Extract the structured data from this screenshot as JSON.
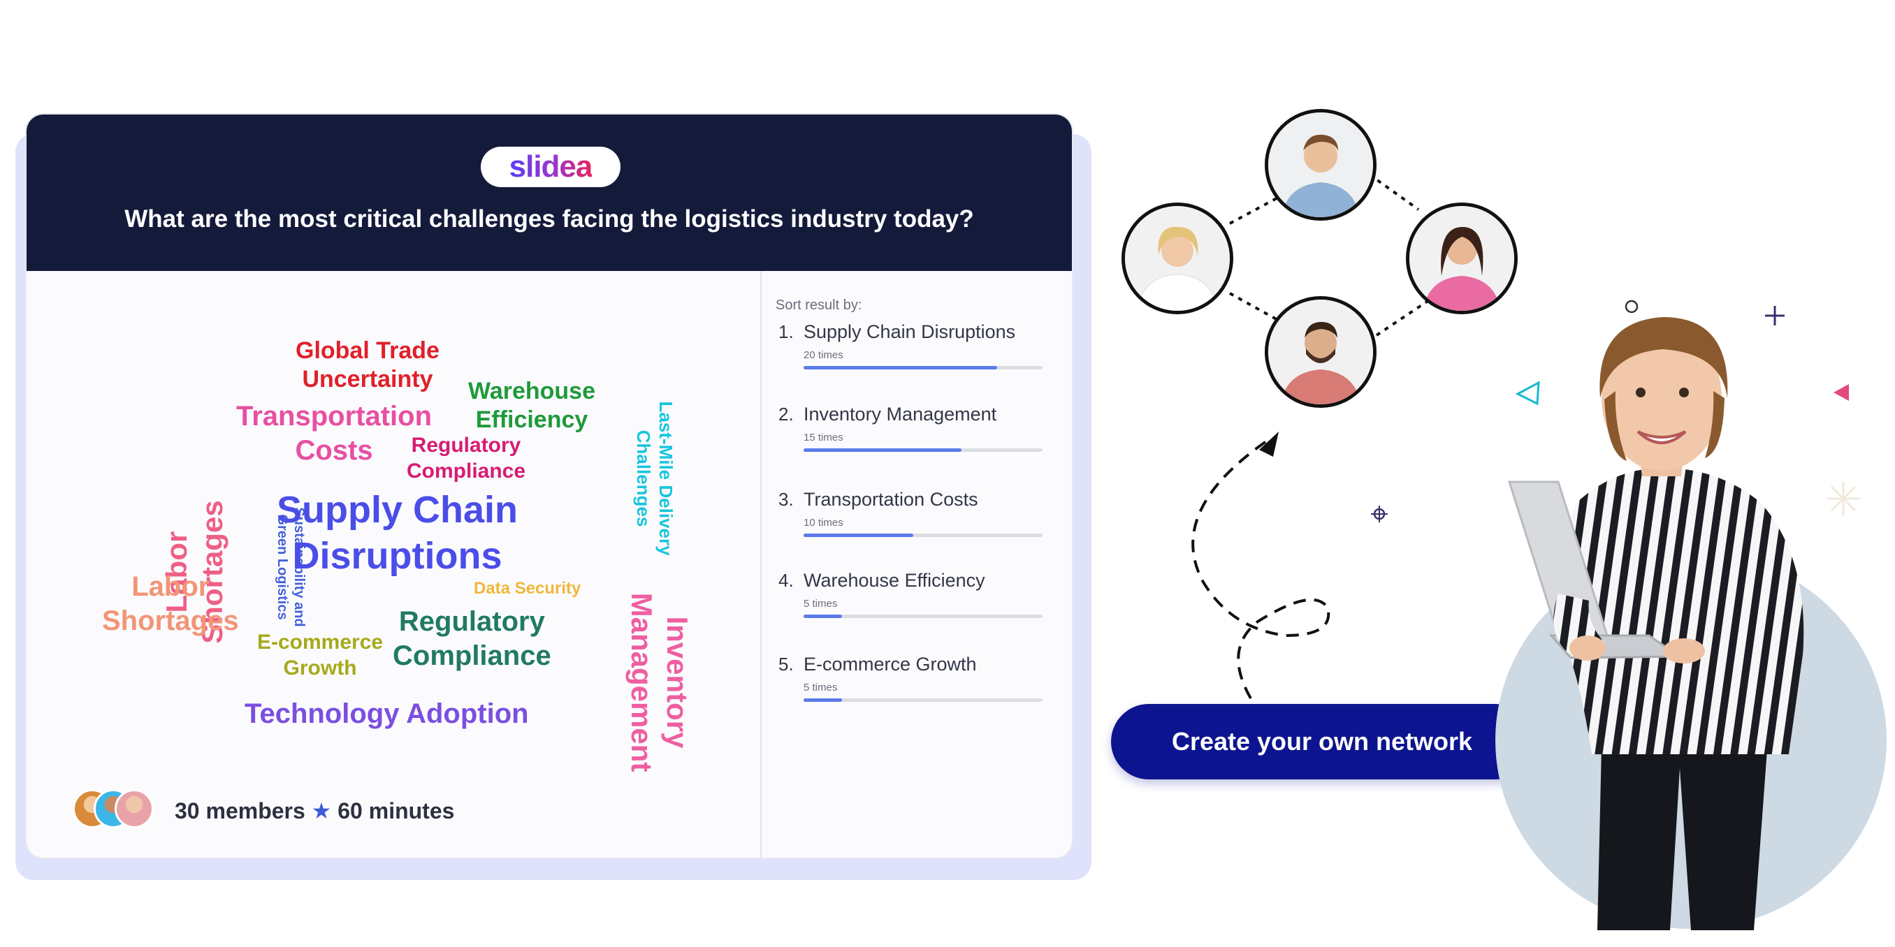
{
  "brand": {
    "logo": "slidea"
  },
  "question": "What are the most critical challenges facing the logistics industry today?",
  "word_cloud": [
    {
      "text": "Global Trade\nUncertainty",
      "color": "#e0202a"
    },
    {
      "text": "Warehouse\nEfficiency",
      "color": "#1f9a3a"
    },
    {
      "text": "Transportation\nCosts",
      "color": "#e84fa2"
    },
    {
      "text": "Regulatory\nCompliance",
      "color": "#d81b72"
    },
    {
      "text": "Labor\nShortages",
      "color": "#ee5f86"
    },
    {
      "text": "Sustainability and\nGreen Logistics",
      "color": "#4461d6"
    },
    {
      "text": "Supply Chain\nDisruptions",
      "color": "#4b4de8"
    },
    {
      "text": "Last-Mile Delivery\nChallenges",
      "color": "#17c5dc"
    },
    {
      "text": "Data Security",
      "color": "#f0b73a"
    },
    {
      "text": "Labor\nShortages",
      "color": "#f29576"
    },
    {
      "text": "Regulatory\nCompliance",
      "color": "#217a63"
    },
    {
      "text": "E-commerce\nGrowth",
      "color": "#a5aa1c"
    },
    {
      "text": "Inventory\nManagement",
      "color": "#ee5fa0"
    },
    {
      "text": "Technology Adoption",
      "color": "#7b4fe0"
    }
  ],
  "results": {
    "sort_label": "Sort result by:",
    "items": [
      {
        "rank": "1.",
        "title": "Supply Chain Disruptions",
        "count": "20 times",
        "share": 0.81
      },
      {
        "rank": "2.",
        "title": "Inventory Management",
        "count": "15 times",
        "share": 0.66
      },
      {
        "rank": "3.",
        "title": "Transportation Costs",
        "count": "10 times",
        "share": 0.46
      },
      {
        "rank": "4.",
        "title": "Warehouse Efficiency",
        "count": "5 times",
        "share": 0.16
      },
      {
        "rank": "5.",
        "title": "E-commerce Growth",
        "count": "5 times",
        "share": 0.16
      }
    ]
  },
  "footer": {
    "members": "30 members",
    "separator": "★",
    "duration": "60 minutes"
  },
  "cta": {
    "label": "Create your own network"
  },
  "colors": {
    "header_bg": "#141a3a",
    "cta_bg": "#0d148f",
    "bar": "#5b7bea",
    "card_shadow": "#dfe2fb"
  }
}
